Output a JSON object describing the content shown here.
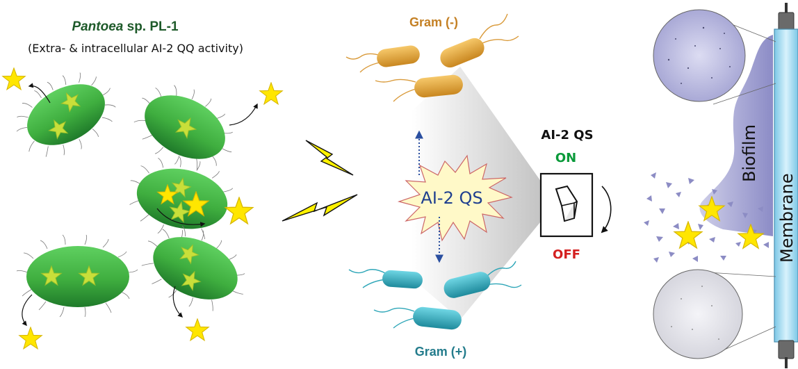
{
  "left_panel": {
    "title_italic": "Pantoea",
    "title_rest": " sp. PL-1",
    "subtitle": "(Extra- & intracellular AI-2 QQ activity)"
  },
  "middle_panel": {
    "gram_negative_label": "Gram (-)",
    "gram_positive_label": "Gram (+)",
    "burst_label": "AI-2 QS"
  },
  "switch_panel": {
    "title": "AI-2 QS",
    "on_label": "ON",
    "off_label": "OFF"
  },
  "membrane_panel": {
    "biofilm_label": "Biofilm",
    "membrane_label": "Membrane"
  },
  "colors": {
    "cell_green": "#4fb04a",
    "star_yellow": "#ffe600",
    "gram_negative": "#e0a040",
    "gram_positive": "#2ea6b8",
    "biofilm": "#8c8cc4",
    "membrane_tube": "#b8e4f6"
  }
}
